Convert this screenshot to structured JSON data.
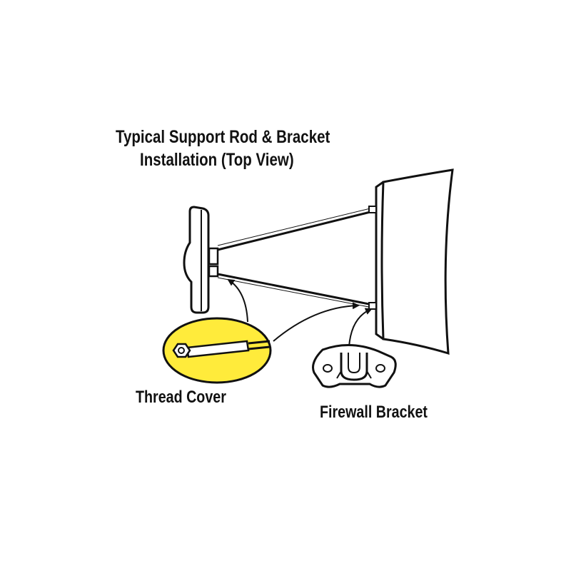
{
  "diagram": {
    "title_line1": "Typical Support Rod & Bracket",
    "title_line2": "Installation (Top View)",
    "labels": {
      "thread_cover": "Thread Cover",
      "firewall_bracket": "Firewall Bracket"
    }
  },
  "colors": {
    "stroke": "#111111",
    "highlight": "#ffeb3b",
    "background": "#ffffff"
  }
}
